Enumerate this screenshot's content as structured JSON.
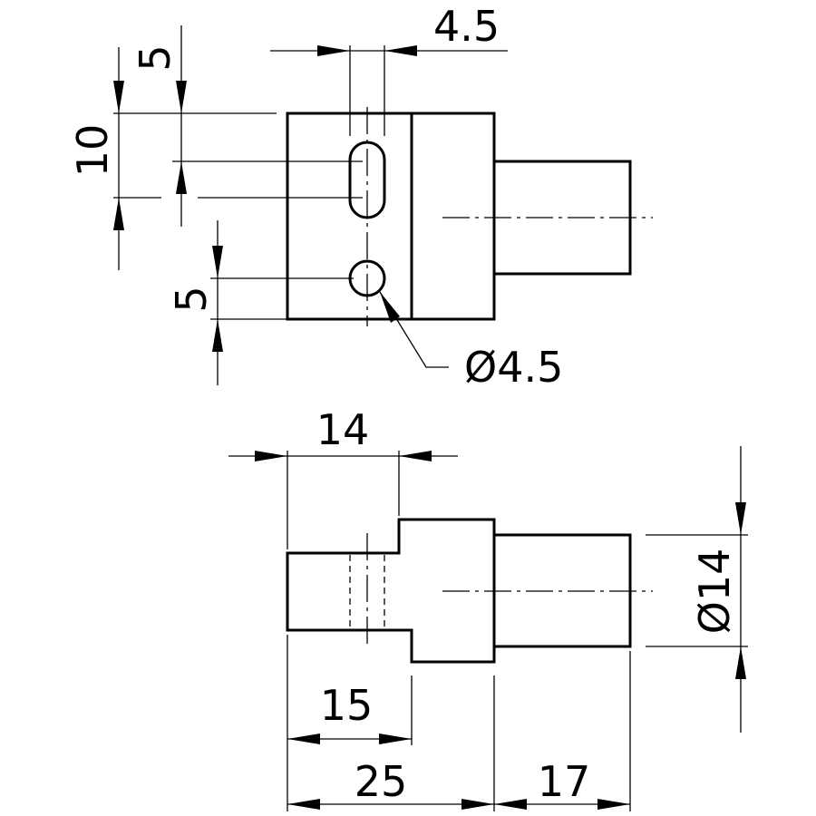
{
  "drawing": {
    "top_view": {
      "dim_slot_width": "4.5",
      "dim_slot_offset": "5",
      "dim_slot_length": "10",
      "dim_hole_offset": "5",
      "dim_hole_diameter": "Ø4.5"
    },
    "side_view": {
      "dim_step_length": "14",
      "dim_shaft_diameter": "Ø14",
      "dim_slot_position": "15",
      "dim_body_length": "25",
      "dim_shaft_length": "17"
    }
  }
}
